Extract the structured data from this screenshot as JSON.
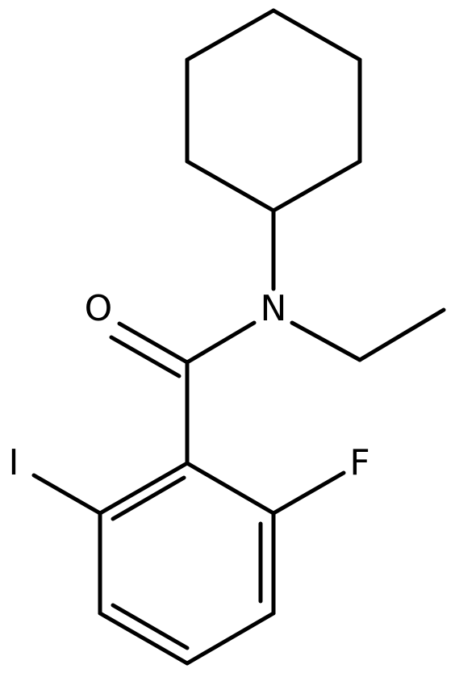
{
  "molecule": {
    "atoms": {
      "oxygen": "O",
      "nitrogen": "N",
      "iodine": "I",
      "fluorine": "F"
    },
    "colors": {
      "bond": "#000000",
      "label": "#000000",
      "background": "#ffffff"
    }
  }
}
